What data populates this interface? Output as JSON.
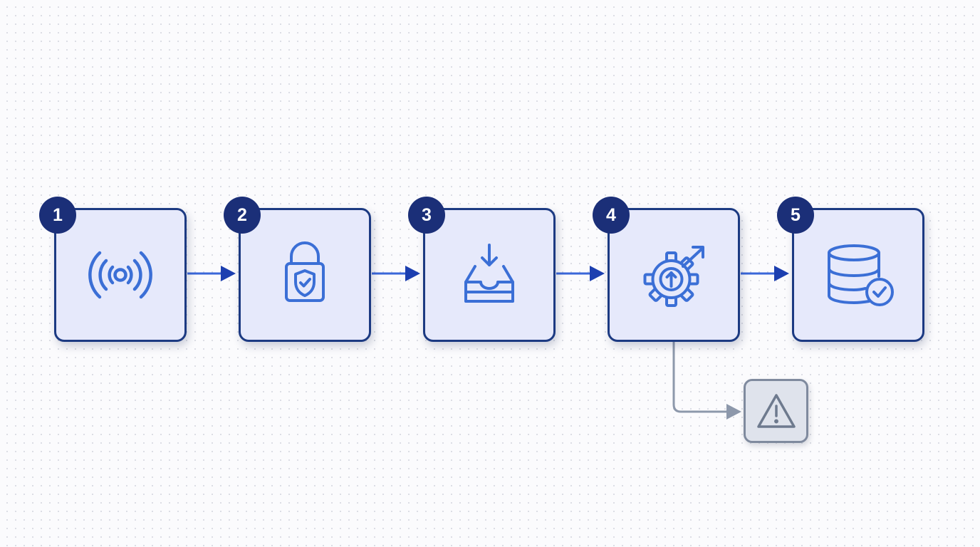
{
  "diagram": {
    "steps": [
      {
        "number": "1",
        "icon": "wireless-signal-icon"
      },
      {
        "number": "2",
        "icon": "padlock-shield-check-icon"
      },
      {
        "number": "3",
        "icon": "inbox-download-icon"
      },
      {
        "number": "4",
        "icon": "gear-upload-arrow-icon"
      },
      {
        "number": "5",
        "icon": "database-check-icon"
      }
    ],
    "branch": {
      "from_step": "4",
      "icon": "warning-triangle-icon"
    },
    "colors": {
      "box_fill": "#e6e9fb",
      "box_border": "#1c3a82",
      "badge_fill": "#1b2f78",
      "icon_stroke": "#3b6fd6",
      "connector": "#3a67d9",
      "arrowhead": "#1c3fb0",
      "branch_connector": "#8d98ab",
      "alert_fill": "#dfe3ec",
      "alert_border": "#7f8a9e",
      "alert_icon": "#6e7a8e"
    }
  }
}
